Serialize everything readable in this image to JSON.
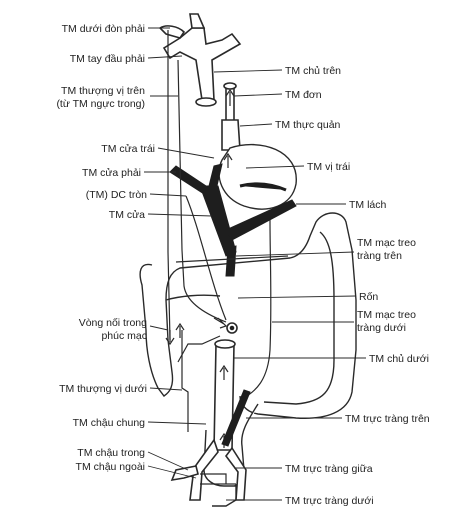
{
  "labels": {
    "subclavian": "TM dưới đòn phải",
    "brachiocephalic": "TM tay đầu phải",
    "superior_epigastric_1": "TM thượng vị trên",
    "superior_epigastric_2": "(từ TM ngực trong)",
    "left_portal": "TM cửa trái",
    "right_portal": "TM cửa phải",
    "round_ligament": "(TM) DC tròn",
    "portal": "TM cửa",
    "paraumbilical_1": "Vòng nối trong",
    "paraumbilical_2": "phúc mạc",
    "inferior_epigastric": "TM thượng vị dưới",
    "common_iliac": "TM chậu chung",
    "internal_iliac": "TM chậu trong",
    "external_iliac": "TM chậu ngoài",
    "superior_vena_cava": "TM chủ trên",
    "azygos": "TM đơn",
    "esophageal": "TM thực quản",
    "left_gastric": "TM vị trái",
    "splenic": "TM lách",
    "superior_mesenteric_1": "TM mạc treo",
    "superior_mesenteric_2": "tràng trên",
    "umbilicus": "Rốn",
    "inferior_mesenteric_1": "TM mạc treo",
    "inferior_mesenteric_2": "tràng dưới",
    "inferior_vena_cava": "TM chủ dưới",
    "superior_rectal": "TM trực tràng trên",
    "middle_rectal": "TM trực tràng giữa",
    "inferior_rectal": "TM trực tràng dưới"
  }
}
